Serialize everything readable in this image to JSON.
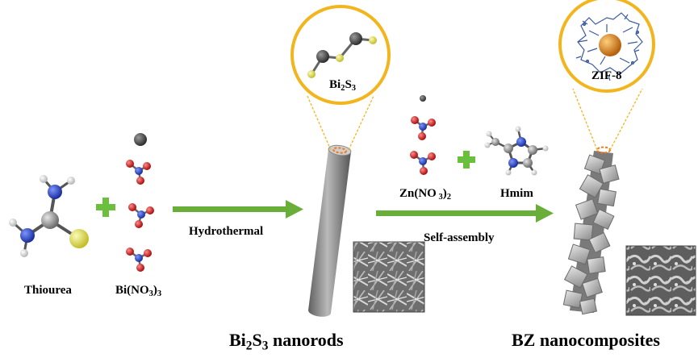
{
  "colors": {
    "arrow": "#6aae3a",
    "plus": "#6abf3c",
    "zoom_circle": "#f2b51d",
    "carbon": "#8c8c8c",
    "nitrogen": "#2443c8",
    "oxygen": "#d21a1a",
    "sulfur": "#e7e25a",
    "hydrogen": "#e8e8e8",
    "bismuth": "#555555",
    "core": "#e08a1e"
  },
  "labels": {
    "thiourea": "Thiourea",
    "bi_nitrate_main": "Bi(NO",
    "bi_nitrate_sub1": "3",
    "bi_nitrate_close": ")",
    "bi_nitrate_sub2": "3",
    "hydrothermal": "Hydrothermal",
    "bi2s3_circle_a": "Bi",
    "bi2s3_circle_sub1": "2",
    "bi2s3_circle_b": "S",
    "bi2s3_circle_sub2": "3",
    "zn_main": "Zn(NO",
    "zn_sub1": " 3",
    "zn_close": ")",
    "zn_sub2": "2",
    "hmim": "Hmim",
    "self_assembly": "Self-assembly",
    "zif8": "ZIF-8",
    "nanorods_a": "Bi",
    "nanorods_sub1": "2",
    "nanorods_b": "S",
    "nanorods_sub2": "3",
    "nanorods_c": " nanorods",
    "bz": "BZ nanocomposites"
  },
  "icons": [
    "thiourea-molecule-icon",
    "plus-icon",
    "bismuth-nitrate-molecule-icon",
    "reaction-arrow-icon",
    "nanorod-icon",
    "zoom-circle-icon",
    "zinc-nitrate-molecule-icon",
    "hmim-molecule-icon",
    "bz-nanocomposite-icon",
    "zif8-particle-icon",
    "sem-image-icon"
  ]
}
